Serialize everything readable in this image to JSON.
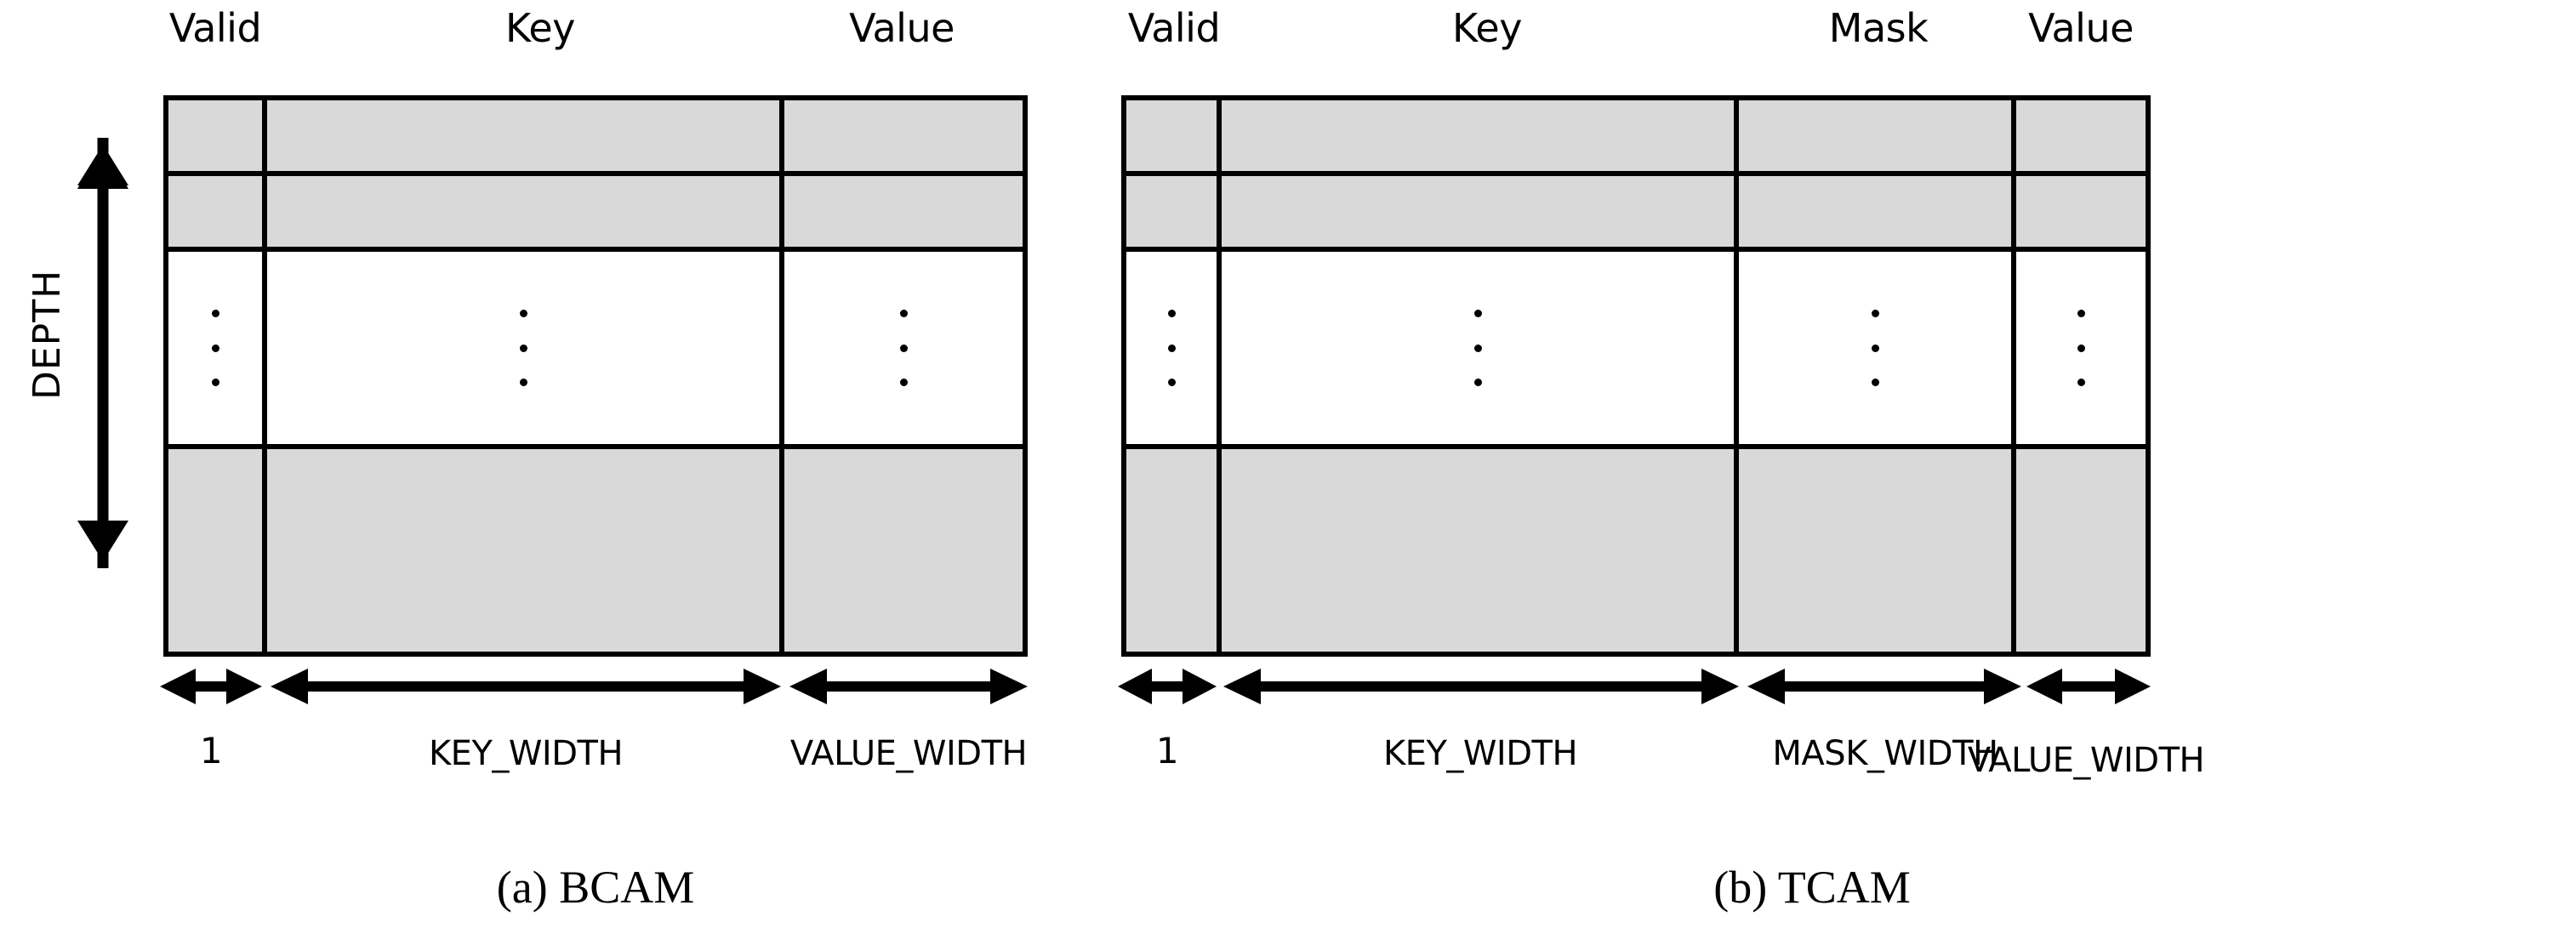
{
  "figure": {
    "background_color": "#ffffff",
    "line_color": "#000000",
    "cell_fill_color": "#d9d9d9",
    "depth_axis_label": "DEPTH",
    "ellipsis_glyph": "vertical-dots"
  },
  "panels": [
    {
      "id": "bcam",
      "caption": "(a) BCAM",
      "column_headers": [
        "Valid",
        "Key",
        "Value"
      ],
      "width_labels": [
        "1",
        "KEY_WIDTH",
        "VALUE_WIDTH"
      ],
      "rows": [
        {
          "type": "filled"
        },
        {
          "type": "filled"
        },
        {
          "type": "ellipsis"
        },
        {
          "type": "filled"
        }
      ]
    },
    {
      "id": "tcam",
      "caption": "(b) TCAM",
      "column_headers": [
        "Valid",
        "Key",
        "Mask",
        "Value"
      ],
      "width_labels": [
        "1",
        "KEY_WIDTH",
        "MASK_WIDTH",
        "VALUE_WIDTH"
      ],
      "rows": [
        {
          "type": "filled"
        },
        {
          "type": "filled"
        },
        {
          "type": "ellipsis"
        },
        {
          "type": "filled"
        }
      ]
    }
  ]
}
